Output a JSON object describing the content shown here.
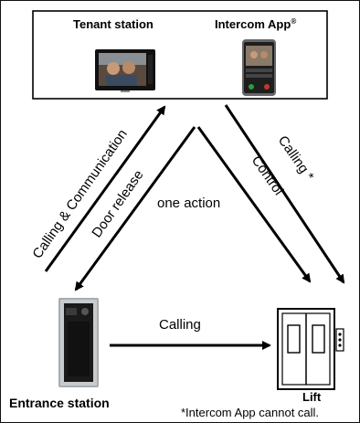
{
  "devices": {
    "tenant_station": "Tenant station",
    "intercom_app": "Intercom App",
    "intercom_app_mark": "®",
    "entrance_station": "Entrance station",
    "lift": "Lift"
  },
  "arrows": {
    "calling_communication": "Calling & Communication",
    "door_release": "Door release",
    "one_action": "one action",
    "control": "Control",
    "calling_app": "Calling *",
    "calling_entrance": "Calling"
  },
  "footnote": "*Intercom App cannot call.",
  "colors": {
    "line": "#000000",
    "panel": "#1a1a1a",
    "steel": "#b9bcbf"
  }
}
